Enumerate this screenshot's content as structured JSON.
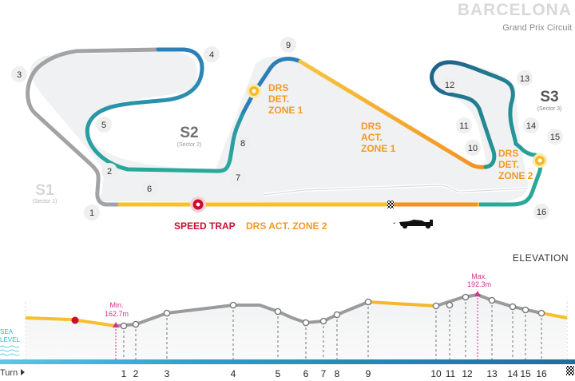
{
  "header": {
    "title": "BARCELONA",
    "subtitle": "Grand Prix Circuit"
  },
  "sectors": [
    {
      "name": "S1",
      "sub": "(Sector 1)"
    },
    {
      "name": "S2",
      "sub": "(Sector 2)"
    },
    {
      "name": "S3",
      "sub": "(Sector 3)"
    }
  ],
  "zones": {
    "drs_det_1": [
      "DRS",
      "DET.",
      "ZONE 1"
    ],
    "drs_act_1": [
      "DRS",
      "ACT.",
      "ZONE 1"
    ],
    "drs_det_2": [
      "DRS",
      "DET.",
      "ZONE 2"
    ],
    "speed_trap": "SPEED TRAP",
    "drs_act_2": "DRS ACT. ZONE 2"
  },
  "turns": [
    "1",
    "2",
    "3",
    "4",
    "5",
    "6",
    "7",
    "8",
    "9",
    "10",
    "11",
    "12",
    "13",
    "14",
    "15",
    "16"
  ],
  "elevation": {
    "title": "ELEVATION",
    "min_label": "Min.",
    "min_value": "162.7m",
    "max_label": "Max.",
    "max_value": "192.3m",
    "sea_level": [
      "SEA",
      "LEVEL"
    ],
    "turn_label": "Turn"
  },
  "colors": {
    "sector1": "#a3a3a3",
    "sector2": "#2a8fb8",
    "sector3": "#1a6f8c",
    "drs": "#f5a623",
    "speed_trap": "#c8102e",
    "magenta": "#d62f8e",
    "sea": "#2ab7d6"
  }
}
